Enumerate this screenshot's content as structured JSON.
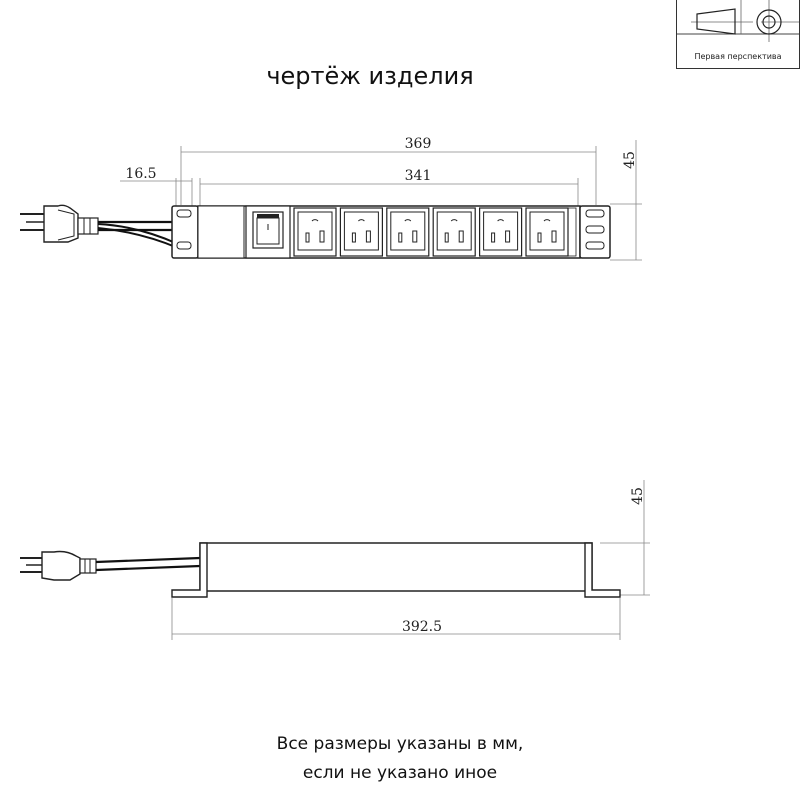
{
  "title": "чертёж изделия",
  "projection": {
    "label": "Первая перспектива",
    "icon": "first-angle-projection-icon"
  },
  "dimensions": {
    "overall_length": "369",
    "socket_span": "341",
    "mount_offset": "16.5",
    "height_top": "45",
    "height_side": "45",
    "side_length": "392.5"
  },
  "top_view": {
    "socket_count": 6
  },
  "note": {
    "line1": "Все размеры указаны в мм,",
    "line2": "если не указано иное"
  }
}
